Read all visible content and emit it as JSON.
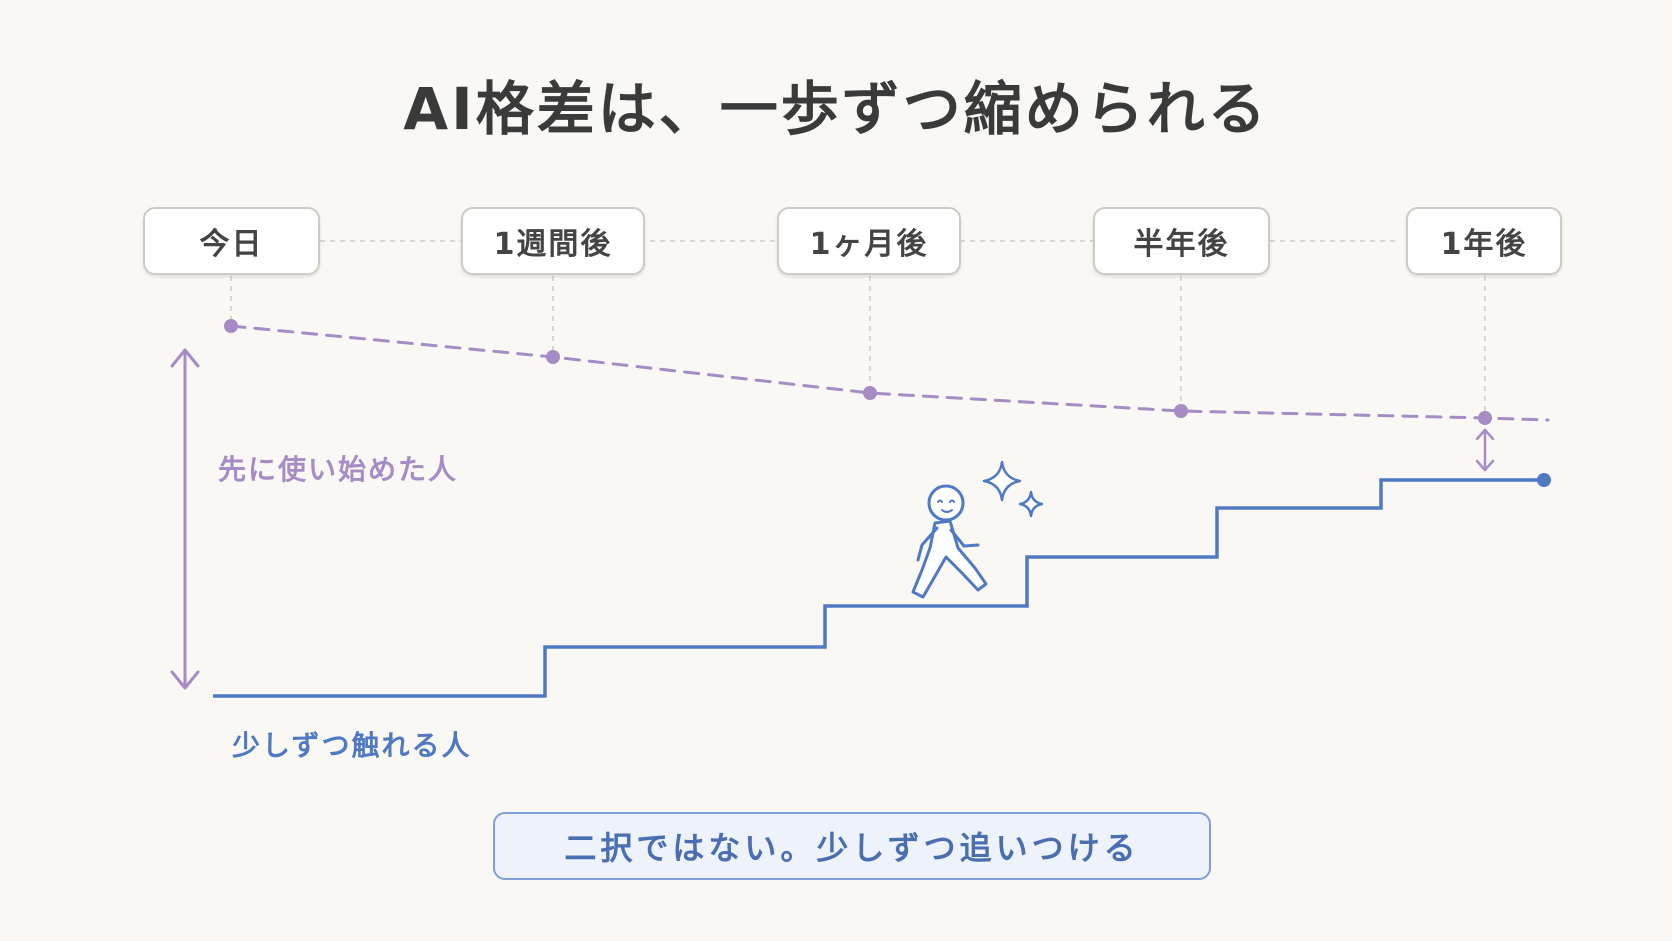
{
  "title": "AI格差は、一歩ずつ縮められる",
  "milestones": [
    "今日",
    "1週間後",
    "1ヶ月後",
    "半年後",
    "1年後"
  ],
  "series": {
    "leader": {
      "name": "先に使い始めた人",
      "color": "#a58cc4"
    },
    "follower": {
      "name": "少しずつ触れる人",
      "color": "#4f7ac3"
    }
  },
  "message": "二択ではない。少しずつ追いつける",
  "icons": {
    "walker": "walking-person-icon",
    "sparkle": "sparkle-icon"
  }
}
